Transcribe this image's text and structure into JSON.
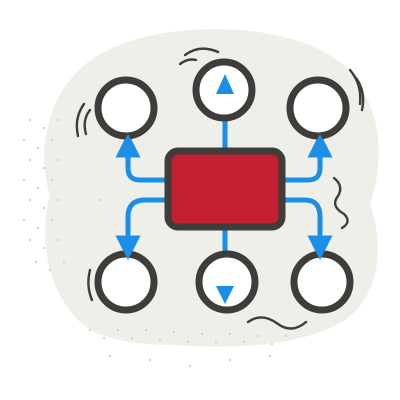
{
  "diagram": {
    "type": "hub-and-spoke",
    "center": {
      "shape": "rectangle",
      "text": ""
    },
    "nodes": [
      {
        "id": "top-left",
        "shape": "circle",
        "arrow": "incoming-from-center"
      },
      {
        "id": "top-center",
        "shape": "circle",
        "arrow": "incoming-from-center"
      },
      {
        "id": "top-right",
        "shape": "circle",
        "arrow": "incoming-from-center"
      },
      {
        "id": "bottom-left",
        "shape": "circle",
        "arrow": "incoming-from-center"
      },
      {
        "id": "bottom-center",
        "shape": "circle",
        "arrow": "incoming-from-center"
      },
      {
        "id": "bottom-right",
        "shape": "circle",
        "arrow": "incoming-from-center"
      }
    ]
  },
  "colors": {
    "background_blob": "#efefea",
    "outline": "#3e3d3a",
    "hub_fill": "#c21f32",
    "arrow": "#1b8fe8",
    "node_fill": "#ffffff",
    "dots": "#d2d2cc"
  }
}
